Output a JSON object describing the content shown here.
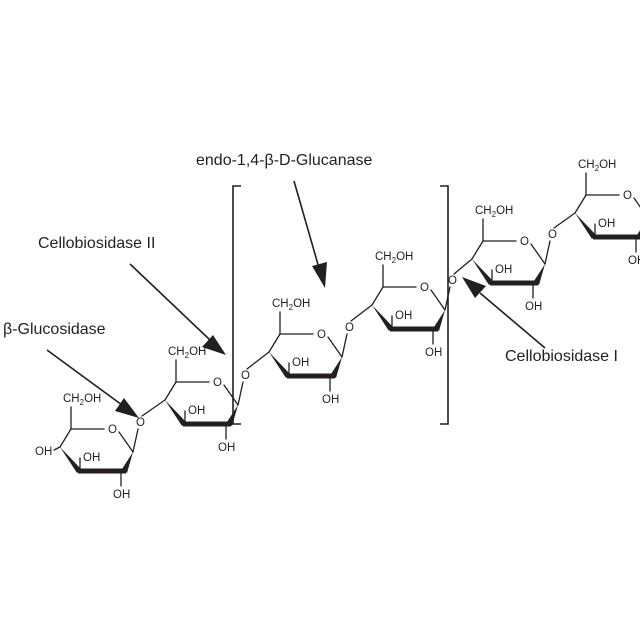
{
  "labels": {
    "endo": "endo-1,4-β-D-Glucanase",
    "cbh2": "Cellobiosidase II",
    "bgl": "β-Glucosidase",
    "cbh1": "Cellobiosidase I"
  },
  "atoms": {
    "ring_o": "O",
    "link_o": "O",
    "oh": "OH",
    "ch2oh_a": "CH",
    "ch2oh_b": "2",
    "ch2oh_c": "OH"
  },
  "colors": {
    "ink": "#231f20",
    "background": "#ffffff"
  }
}
